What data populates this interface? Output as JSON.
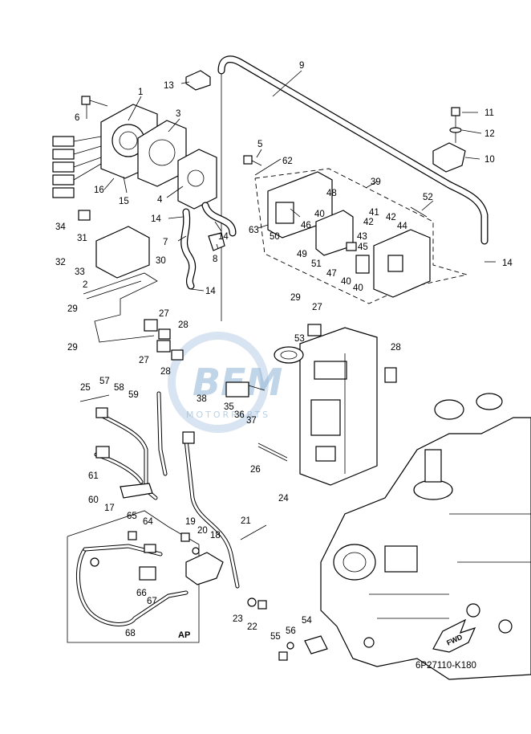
{
  "diagram_code": "6P27110-K180",
  "box_label": "AP",
  "fwd_label": "FWD",
  "watermark": {
    "main": "BEM",
    "sub": "MOTORPARTS"
  },
  "callouts": [
    {
      "id": "1",
      "text": "1"
    },
    {
      "id": "2",
      "text": "2"
    },
    {
      "id": "3",
      "text": "3"
    },
    {
      "id": "4",
      "text": "4"
    },
    {
      "id": "5",
      "text": "5"
    },
    {
      "id": "6",
      "text": "6"
    },
    {
      "id": "7",
      "text": "7"
    },
    {
      "id": "8",
      "text": "8"
    },
    {
      "id": "9",
      "text": "9"
    },
    {
      "id": "10",
      "text": "10"
    },
    {
      "id": "11",
      "text": "11"
    },
    {
      "id": "12",
      "text": "12"
    },
    {
      "id": "13",
      "text": "13"
    },
    {
      "id": "14a",
      "text": "14"
    },
    {
      "id": "14b",
      "text": "14"
    },
    {
      "id": "14c",
      "text": "14"
    },
    {
      "id": "14d",
      "text": "14"
    },
    {
      "id": "15",
      "text": "15"
    },
    {
      "id": "16",
      "text": "16"
    },
    {
      "id": "17",
      "text": "17"
    },
    {
      "id": "18",
      "text": "18"
    },
    {
      "id": "19",
      "text": "19"
    },
    {
      "id": "20",
      "text": "20"
    },
    {
      "id": "21",
      "text": "21"
    },
    {
      "id": "22",
      "text": "22"
    },
    {
      "id": "23",
      "text": "23"
    },
    {
      "id": "24",
      "text": "24"
    },
    {
      "id": "25",
      "text": "25"
    },
    {
      "id": "26",
      "text": "26"
    },
    {
      "id": "27a",
      "text": "27"
    },
    {
      "id": "27b",
      "text": "27"
    },
    {
      "id": "27c",
      "text": "27"
    },
    {
      "id": "28a",
      "text": "28"
    },
    {
      "id": "28b",
      "text": "28"
    },
    {
      "id": "28c",
      "text": "28"
    },
    {
      "id": "29a",
      "text": "29"
    },
    {
      "id": "29b",
      "text": "29"
    },
    {
      "id": "29c",
      "text": "29"
    },
    {
      "id": "30",
      "text": "30"
    },
    {
      "id": "31",
      "text": "31"
    },
    {
      "id": "32",
      "text": "32"
    },
    {
      "id": "33",
      "text": "33"
    },
    {
      "id": "34",
      "text": "34"
    },
    {
      "id": "35",
      "text": "35"
    },
    {
      "id": "36",
      "text": "36"
    },
    {
      "id": "37",
      "text": "37"
    },
    {
      "id": "38",
      "text": "38"
    },
    {
      "id": "39",
      "text": "39"
    },
    {
      "id": "40a",
      "text": "40"
    },
    {
      "id": "40b",
      "text": "40"
    },
    {
      "id": "40c",
      "text": "40"
    },
    {
      "id": "41",
      "text": "41"
    },
    {
      "id": "42a",
      "text": "42"
    },
    {
      "id": "42b",
      "text": "42"
    },
    {
      "id": "43",
      "text": "43"
    },
    {
      "id": "44",
      "text": "44"
    },
    {
      "id": "45",
      "text": "45"
    },
    {
      "id": "46",
      "text": "46"
    },
    {
      "id": "47",
      "text": "47"
    },
    {
      "id": "48",
      "text": "48"
    },
    {
      "id": "49",
      "text": "49"
    },
    {
      "id": "50",
      "text": "50"
    },
    {
      "id": "51",
      "text": "51"
    },
    {
      "id": "52",
      "text": "52"
    },
    {
      "id": "53",
      "text": "53"
    },
    {
      "id": "54",
      "text": "54"
    },
    {
      "id": "55",
      "text": "55"
    },
    {
      "id": "56",
      "text": "56"
    },
    {
      "id": "57",
      "text": "57"
    },
    {
      "id": "58",
      "text": "58"
    },
    {
      "id": "59",
      "text": "59"
    },
    {
      "id": "60",
      "text": "60"
    },
    {
      "id": "61",
      "text": "61"
    },
    {
      "id": "62",
      "text": "62"
    },
    {
      "id": "63",
      "text": "63"
    },
    {
      "id": "64",
      "text": "64"
    },
    {
      "id": "65",
      "text": "65"
    },
    {
      "id": "66",
      "text": "66"
    },
    {
      "id": "67",
      "text": "67"
    },
    {
      "id": "68",
      "text": "68"
    }
  ]
}
